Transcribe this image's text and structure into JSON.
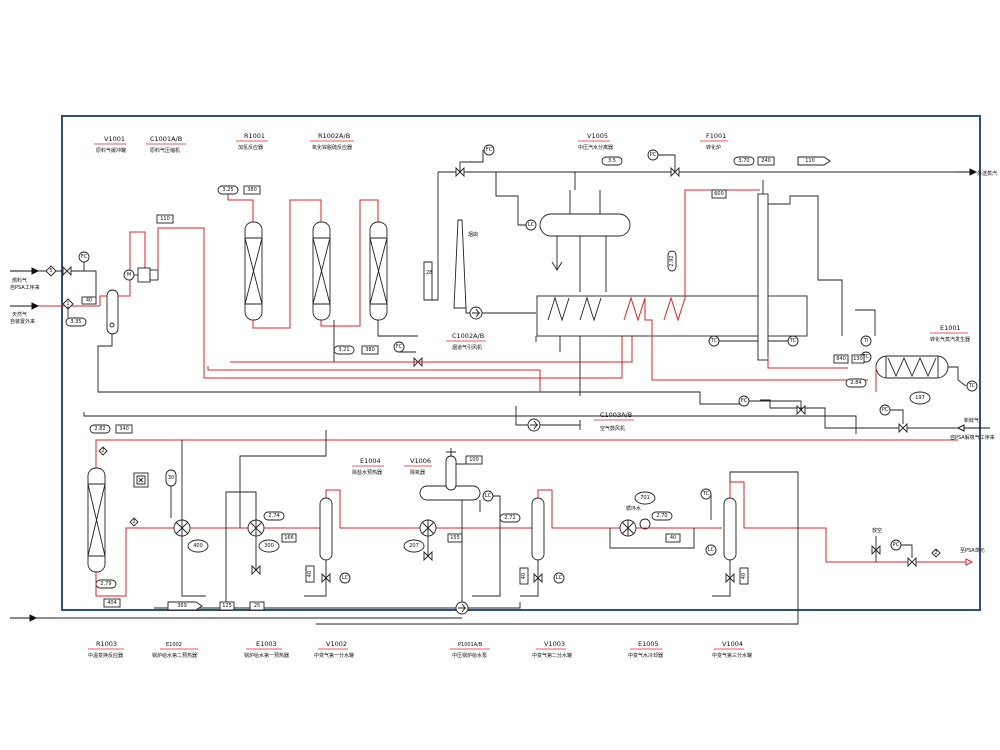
{
  "equipment_tags": [
    {
      "id": "v1001",
      "tag": "V1001",
      "desc": "原料气缓冲罐"
    },
    {
      "id": "c1001",
      "tag": "C1001A/B",
      "desc": "原料气压缩机"
    },
    {
      "id": "r1001",
      "tag": "R1001",
      "desc": "加氢反应器"
    },
    {
      "id": "r1002",
      "tag": "R1002A/B",
      "desc": "氧化锌脱硫反应器"
    },
    {
      "id": "v1005",
      "tag": "V1005",
      "desc": "中压汽水分离器"
    },
    {
      "id": "f1001",
      "tag": "F1001",
      "desc": "转化炉"
    },
    {
      "id": "e1001",
      "tag": "E1001",
      "desc": "转化气蒸汽发生器"
    },
    {
      "id": "c1002",
      "tag": "C1002A/B",
      "desc": "烟道气引风机"
    },
    {
      "id": "c1003",
      "tag": "C1003A/B",
      "desc": "空气鼓风机"
    },
    {
      "id": "e1004",
      "tag": "E1004",
      "desc": "除盐水预热器"
    },
    {
      "id": "v1006",
      "tag": "V1006",
      "desc": "除氧器"
    }
  ],
  "bottom_tags": [
    {
      "id": "r1003",
      "tag": "R1003",
      "desc": "中温变换反应器"
    },
    {
      "id": "e1002",
      "tag": "E1002",
      "desc": "锅炉给水第二预热器"
    },
    {
      "id": "e1003",
      "tag": "E1003",
      "desc": "锅炉给水第一预热器"
    },
    {
      "id": "v1002",
      "tag": "V1002",
      "desc": "中变气第一分水罐"
    },
    {
      "id": "p1001",
      "tag": "P1001A/B",
      "desc": "中压锅炉给水泵"
    },
    {
      "id": "v1003",
      "tag": "V1003",
      "desc": "中变气第二分水罐"
    },
    {
      "id": "e1005",
      "tag": "E1005",
      "desc": "中变气水冷却器"
    },
    {
      "id": "v1004",
      "tag": "V1004",
      "desc": "中变气第三分水罐"
    }
  ],
  "streams": {
    "in_feed1_a": "燃料气",
    "in_feed1_b": "自PSA工序来",
    "in_feed2_a": "天然气",
    "in_feed2_b": "自装置外来",
    "in_air_a": "新鲜气",
    "in_air_b": "自PSA解吸气工序来",
    "out_steam": "外送蒸汽",
    "out_psa": "至PSA单元",
    "chimney": "烟囱",
    "cooling_water": "循环水",
    "vent": "放空"
  },
  "instruments": {
    "fc": "FC",
    "pc": "PC",
    "lc": "LC",
    "tc": "TC",
    "ti": "TI",
    "m": "M"
  },
  "values": {
    "p_feed1": "5",
    "p_feed2": "1",
    "t_feed2": "40",
    "p_feed2b": "3.35",
    "t_comp": "110",
    "p_r1": "3.25",
    "t_r1": "380",
    "p_r2": "3.21",
    "t_r2": "380",
    "p_v1005": "3.5",
    "p_steam": "3.70",
    "t_steam1": "240",
    "t_steam2": "110",
    "t_furnace": "600",
    "p_furn2": "2.92",
    "p_gas": "2.84",
    "t_gas": "840",
    "flue_t": "130",
    "p_r3": "2.82",
    "t_r3": "340",
    "p_r3b": "2.79",
    "t_r3b": "404",
    "p_e1002": "2.74",
    "t_e1002": "166",
    "t_e1002b": "300",
    "t_e1002c": "400",
    "p_e1003": "2.72",
    "t_e1003": "155",
    "t_e1003b": "207",
    "t_v1006": "100",
    "p_e1005": "2.70",
    "t_e1005": "40",
    "t_e1005b": "701",
    "t_v1002": "40",
    "t_v1003": "40",
    "t_v1004": "40",
    "flow_bfw": "369",
    "t_bfw": "125",
    "p_bfw": "25",
    "t_e1001": "197",
    "t_c1001": "30",
    "p_marker": "2"
  }
}
